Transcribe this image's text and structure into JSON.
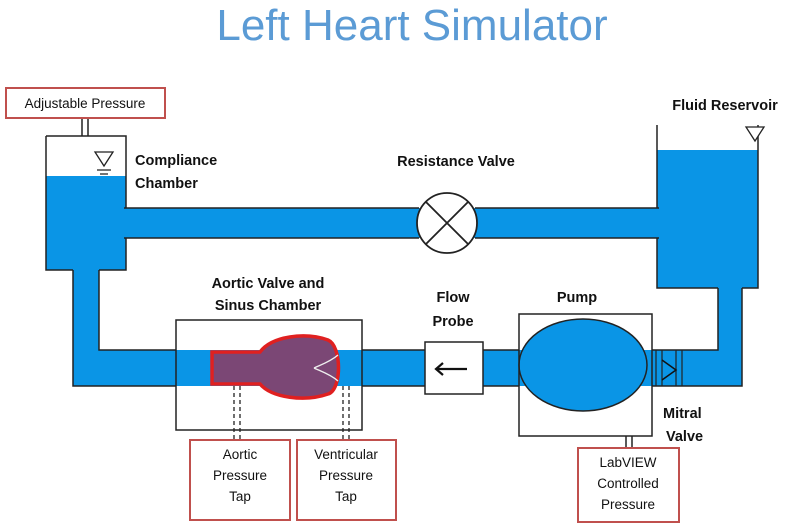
{
  "title": "Left Heart Simulator",
  "labels": {
    "adjustable_pressure": "Adjustable Pressure",
    "compliance_1": "Compliance",
    "compliance_2": "Chamber",
    "resistance_valve": "Resistance Valve",
    "fluid_reservoir": "Fluid Reservoir",
    "aortic_1": "Aortic Valve and",
    "aortic_2": "Sinus Chamber",
    "flow_1": "Flow",
    "flow_2": "Probe",
    "pump": "Pump",
    "mitral_1": "Mitral",
    "mitral_2": "Valve",
    "aortic_tap_1": "Aortic",
    "aortic_tap_2": "Pressure",
    "aortic_tap_3": "Tap",
    "ventricular_tap_1": "Ventricular",
    "ventricular_tap_2": "Pressure",
    "ventricular_tap_3": "Tap",
    "labview_1": "LabVIEW",
    "labview_2": "Controlled",
    "labview_3": "Pressure"
  },
  "colors": {
    "title": "#5b9bd5",
    "fluid": "#0a95e6",
    "outline": "#222222",
    "label_border": "#c0504d",
    "valve_fill": "#7b4775",
    "valve_border": "#e02020"
  }
}
